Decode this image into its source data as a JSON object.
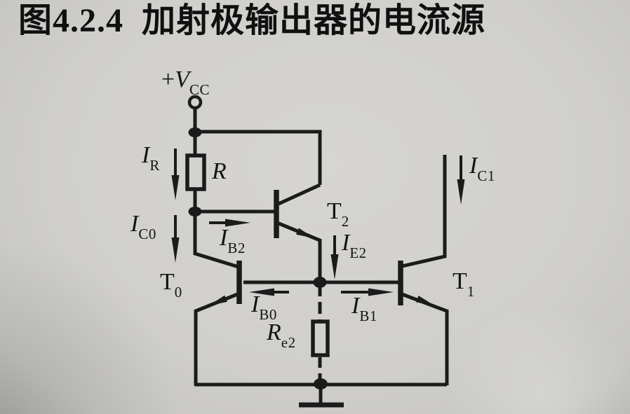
{
  "title": "图4.2.4  加射极输出器的电流源",
  "colors": {
    "ink": "#1b1b1b",
    "background": "#d0cfcc"
  },
  "labels": {
    "vcc": {
      "plus": "+",
      "main": "V",
      "sub": "CC"
    },
    "ir": {
      "main": "I",
      "sub": "R"
    },
    "r": {
      "main": "R"
    },
    "ic0": {
      "main": "I",
      "sub": "C0"
    },
    "t0": {
      "main": "T",
      "sub": "0"
    },
    "ib2": {
      "main": "I",
      "sub": "B2"
    },
    "t2": {
      "main": "T",
      "sub": "2"
    },
    "ie2": {
      "main": "I",
      "sub": "E2"
    },
    "ib0": {
      "main": "I",
      "sub": "B0"
    },
    "ib1": {
      "main": "I",
      "sub": "B1"
    },
    "re2": {
      "main": "R",
      "sub": "e2"
    },
    "t1": {
      "main": "T",
      "sub": "1"
    },
    "ic1": {
      "main": "I",
      "sub": "C1"
    }
  }
}
